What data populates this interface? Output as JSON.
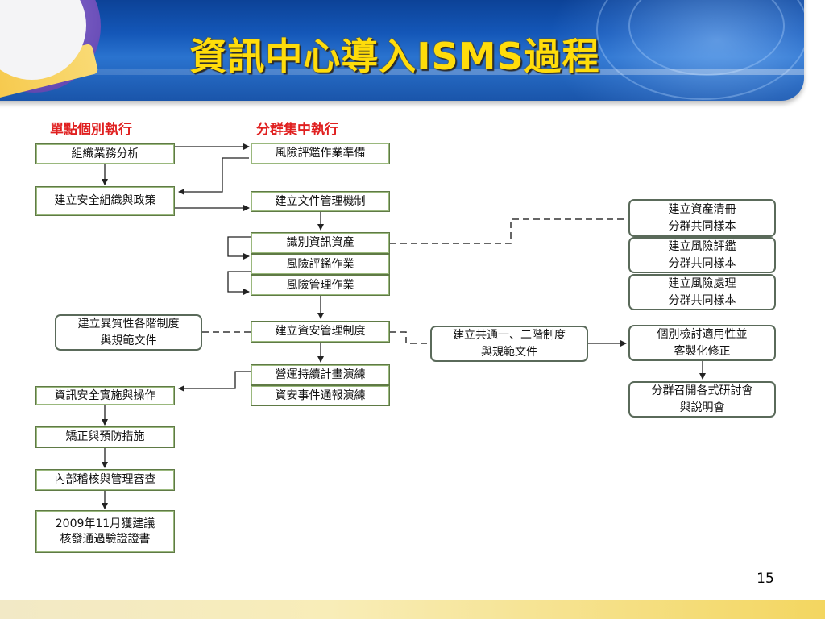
{
  "title": "資訊中心導入ISMS過程",
  "page_number": "15",
  "columns": {
    "left_header": "單點個別執行",
    "middle_header": "分群集中執行"
  },
  "left_column": {
    "org_analysis": "組織業務分析",
    "security_policy": "建立安全組織與政策",
    "security_ops": "資訊安全實施與操作",
    "corrective": "矯正與預防措施",
    "internal_audit": "內部稽核與管理審查",
    "certificate": "2009年11月獲建議\n核發通過驗證證書"
  },
  "middle_column": {
    "risk_prep": "風險評鑑作業準備",
    "doc_mechanism": "建立文件管理機制",
    "identify_assets": "識別資訊資產",
    "risk_assessment": "風險評鑑作業",
    "risk_management": "風險管理作業",
    "security_system": "建立資安管理制度",
    "bcp_drill": "營運持續計畫演練",
    "incident_drill": "資安事件通報演練"
  },
  "side_notes": {
    "heterogeneous_docs": "建立異質性各階制度\n與規範文件",
    "common_docs": "建立共通一、二階制度\n與規範文件"
  },
  "right_column": {
    "asset_template": "建立資產清冊\n分群共同樣本",
    "risk_assess_template": "建立風險評鑑\n分群共同樣本",
    "risk_treat_template": "建立風險處理\n分群共同樣本",
    "review_customize": "個別檢討適用性並\n客製化修正",
    "seminar": "分群召開各式研討會\n與說明會"
  },
  "colors": {
    "title_text": "#ffdc0a",
    "banner_blue": "#1457b8",
    "column_header": "#e02020",
    "box_border": "#5f7a45",
    "connector": "#222222"
  }
}
